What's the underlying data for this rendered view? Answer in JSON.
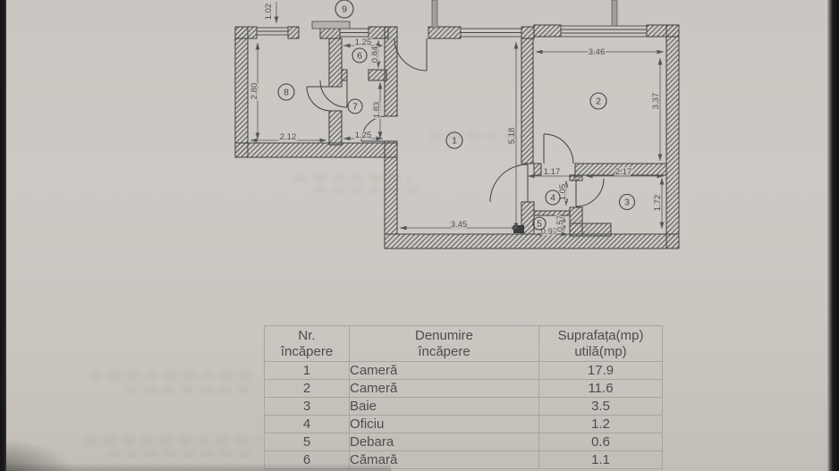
{
  "plan": {
    "room_labels": {
      "r1": "1",
      "r2": "2",
      "r3": "3",
      "r4": "4",
      "r5": "5",
      "r6": "6",
      "r7": "7",
      "r8": "8",
      "r9": "9"
    },
    "dims": {
      "balcony_v": "1.02",
      "room8_h": "2.80",
      "room8_w": "2.12",
      "room6_w": "1.25",
      "room6_h": "0.84",
      "room7_h": "1.83",
      "room7_w": "1.25",
      "room1_h": "5.18",
      "room1_w": "3.45",
      "room2_w": "3.46",
      "room2_h": "3.37",
      "hall4_w": "1.17",
      "hall4_h": "1.05",
      "room3_w": "2.17",
      "room3_h": "1.72",
      "room5_w": "0.97",
      "room5_h": "0.57"
    }
  },
  "table": {
    "headers": {
      "col1": [
        "Nr.",
        "încăpere"
      ],
      "col2": [
        "Denumire",
        "încăpere"
      ],
      "col3": [
        "Suprafața(mp)",
        "utilă(mp)"
      ]
    },
    "rows": [
      {
        "nr": "1",
        "name": "Cameră",
        "area": "17.9"
      },
      {
        "nr": "2",
        "name": "Cameră",
        "area": "11.6"
      },
      {
        "nr": "3",
        "name": "Baie",
        "area": "3.5"
      },
      {
        "nr": "4",
        "name": "Oficiu",
        "area": "1.2"
      },
      {
        "nr": "5",
        "name": "Debara",
        "area": "0.6"
      },
      {
        "nr": "6",
        "name": "Cămară",
        "area": "1.1"
      }
    ]
  },
  "colors": {
    "paper": "#cbc7c2",
    "ink": "#3e3f43",
    "dimension_text": "#4e5056",
    "table_text": "#4d4d50",
    "table_border": "#a6a5a1",
    "edge_left": "#1a1b1d",
    "edge_right": "#0e0e10"
  }
}
